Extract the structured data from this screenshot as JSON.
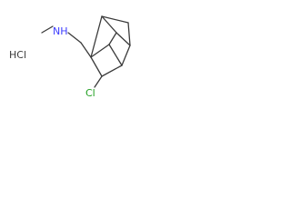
{
  "molecule": {
    "atom_labels": {
      "amine": "NH",
      "chlorine": "Cl"
    },
    "salt": "HCl",
    "colors": {
      "bond": "#3a3a3a",
      "nitrogen": "#3d3dff",
      "chlorine": "#1f9e1f",
      "text": "#3a3a3a"
    }
  }
}
